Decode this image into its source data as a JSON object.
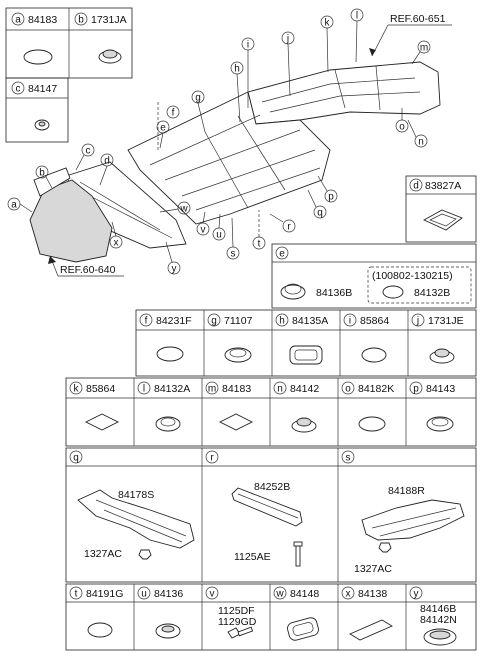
{
  "refs": {
    "ref_top": "REF.60-651",
    "ref_bottom": "REF.60-640"
  },
  "callouts": [
    "a",
    "b",
    "c",
    "d",
    "e",
    "f",
    "g",
    "h",
    "i",
    "j",
    "k",
    "l",
    "m",
    "n",
    "o",
    "p",
    "q",
    "r",
    "s",
    "t",
    "u",
    "v",
    "w",
    "x",
    "y"
  ],
  "left_panels": [
    {
      "letter": "a",
      "part": "84183"
    },
    {
      "letter": "b",
      "part": "1731JA"
    },
    {
      "letter": "c",
      "part": "84147"
    }
  ],
  "right_panels": {
    "d": {
      "letter": "d",
      "part": "83827A"
    },
    "e": {
      "letter": "e",
      "part": "84136B",
      "range": "(100802-130215)",
      "range_part": "84132B"
    }
  },
  "row1": [
    {
      "letter": "f",
      "part": "84231F"
    },
    {
      "letter": "g",
      "part": "71107"
    },
    {
      "letter": "h",
      "part": "84135A"
    },
    {
      "letter": "i",
      "part": "85864"
    },
    {
      "letter": "j",
      "part": "1731JE"
    }
  ],
  "row2": [
    {
      "letter": "k",
      "part": "85864"
    },
    {
      "letter": "l",
      "part": "84132A"
    },
    {
      "letter": "m",
      "part": "84183"
    },
    {
      "letter": "n",
      "part": "84142"
    },
    {
      "letter": "o",
      "part": "84182K"
    },
    {
      "letter": "p",
      "part": "84143"
    }
  ],
  "row3": [
    {
      "letter": "q",
      "part": "84178S",
      "sub": "1327AC"
    },
    {
      "letter": "r",
      "part": "84252B",
      "sub": "1125AE"
    },
    {
      "letter": "s",
      "part": "84188R",
      "sub": "1327AC"
    }
  ],
  "row4": [
    {
      "letter": "t",
      "part": "84191G"
    },
    {
      "letter": "u",
      "part": "84136"
    },
    {
      "letter": "v",
      "part": "1125DF",
      "part2": "1129GD"
    },
    {
      "letter": "w",
      "part": "84148"
    },
    {
      "letter": "x",
      "part": "84138"
    },
    {
      "letter": "y",
      "part": "84146B",
      "part2": "84142N"
    }
  ]
}
